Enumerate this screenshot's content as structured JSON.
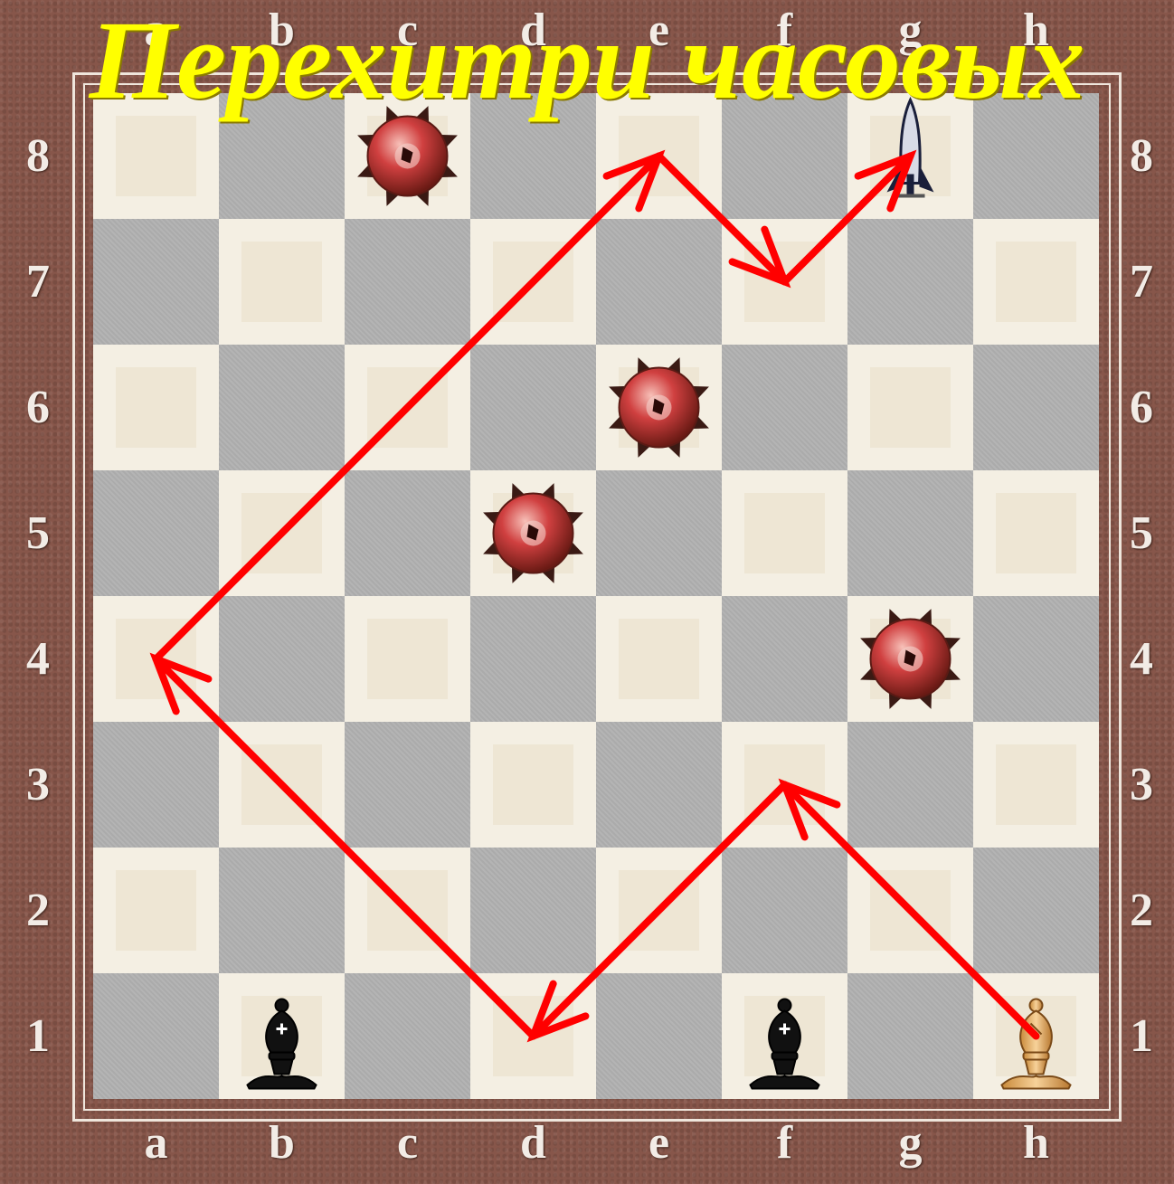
{
  "title": "Перехитри часовых",
  "files": [
    "a",
    "b",
    "c",
    "d",
    "e",
    "f",
    "g",
    "h"
  ],
  "ranks": [
    "8",
    "7",
    "6",
    "5",
    "4",
    "3",
    "2",
    "1"
  ],
  "pieces": [
    {
      "square": "b1",
      "type": "bishop",
      "color": "black",
      "glyph": "♝"
    },
    {
      "square": "f1",
      "type": "bishop",
      "color": "black",
      "glyph": "♝"
    },
    {
      "square": "h1",
      "type": "bishop",
      "color": "white",
      "glyph": "♝"
    }
  ],
  "mines": [
    "c8",
    "e6",
    "d5",
    "g4"
  ],
  "rocket": {
    "square": "g8",
    "icon": "rocket-icon"
  },
  "path": [
    "h1",
    "f3",
    "d1",
    "a4",
    "e8",
    "f7",
    "g8"
  ],
  "colors": {
    "arrow": "#ff0000",
    "title": "#ffff00",
    "mine": "#d04040"
  }
}
